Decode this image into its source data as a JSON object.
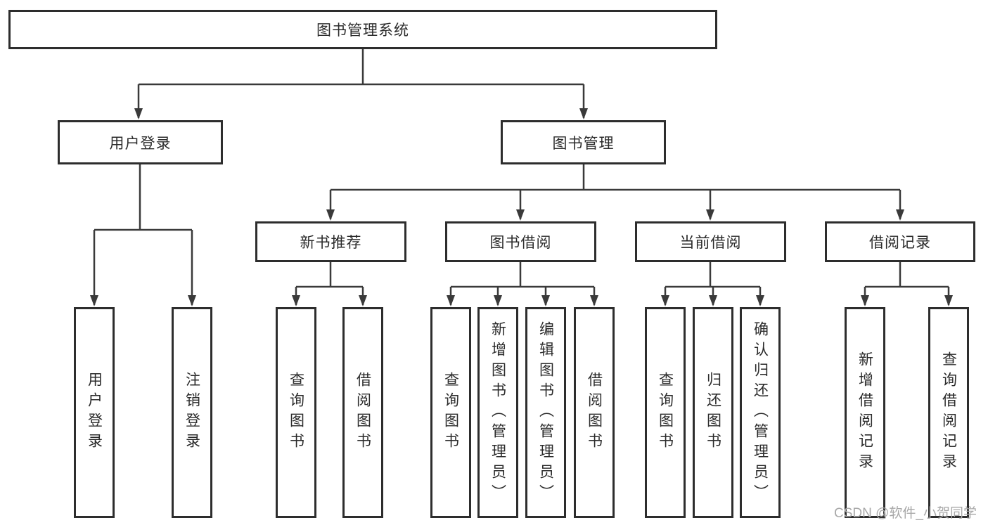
{
  "diagram": {
    "root": {
      "label": "图书管理系统"
    },
    "branches": [
      {
        "label": "用户登录",
        "children": [
          {
            "label": "用户登录"
          },
          {
            "label": "注销登录"
          }
        ]
      },
      {
        "label": "图书管理",
        "children": [
          {
            "label": "新书推荐",
            "children": [
              {
                "label": "查询图书"
              },
              {
                "label": "借阅图书"
              }
            ]
          },
          {
            "label": "图书借阅",
            "children": [
              {
                "label": "查询图书"
              },
              {
                "label": "新增图书（管理员）"
              },
              {
                "label": "编辑图书（管理员）"
              },
              {
                "label": "借阅图书"
              }
            ]
          },
          {
            "label": "当前借阅",
            "children": [
              {
                "label": "查询图书"
              },
              {
                "label": "归还图书"
              },
              {
                "label": "确认归还（管理员）"
              }
            ]
          },
          {
            "label": "借阅记录",
            "children": [
              {
                "label": "新增借阅记录"
              },
              {
                "label": "查询借阅记录"
              }
            ]
          }
        ]
      }
    ]
  },
  "watermark": {
    "text": "CSDN @软件_小贺同学"
  },
  "colors": {
    "background": "#ffffff",
    "box_border": "#2d2d2d",
    "connector_line": "#3a3a3a",
    "text": "#2b2b2b",
    "watermark": "#a8a8a8"
  }
}
